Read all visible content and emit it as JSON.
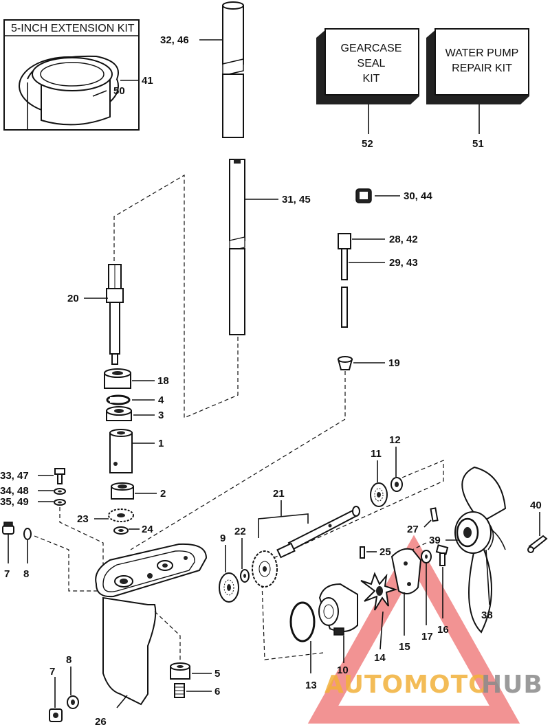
{
  "kit_box": {
    "title": "5-INCH EXTENSION KIT"
  },
  "kits": {
    "gearcase": [
      "GEARCASE",
      "SEAL",
      "KIT"
    ],
    "water_pump": [
      "WATER PUMP",
      "REPAIR KIT"
    ]
  },
  "callouts": {
    "c41": "41",
    "c50": "50",
    "c32": "32, 46",
    "c52": "52",
    "c51": "51",
    "c31": "31, 45",
    "c30": "30, 44",
    "c28": "28, 42",
    "c29": "29, 43",
    "c20": "20",
    "c18": "18",
    "c4": "4",
    "c3": "3",
    "c1": "1",
    "c19": "19",
    "c33": "33, 47",
    "c34": "34, 48",
    "c35": "35, 49",
    "c2": "2",
    "c23": "23",
    "c24": "24",
    "c7a": "7",
    "c8a": "8",
    "c21": "21",
    "c11": "11",
    "c12": "12",
    "c40": "40",
    "c27": "27",
    "c39": "39",
    "c9": "9",
    "c22": "22",
    "c25": "25",
    "c38": "38",
    "c17": "17",
    "c16": "16",
    "c15": "15",
    "c14": "14",
    "c10": "10",
    "c13": "13",
    "c5": "5",
    "c6": "6",
    "c7b": "7",
    "c8b": "8",
    "c26": "26"
  },
  "watermark": {
    "part1": "AUTOMOTO",
    "part2": "HUB"
  },
  "colors": {
    "ink": "#111111",
    "watermark_red": "#e83a3a",
    "watermark_orange": "#f2b13a",
    "watermark_gray": "#8a8a8a"
  }
}
